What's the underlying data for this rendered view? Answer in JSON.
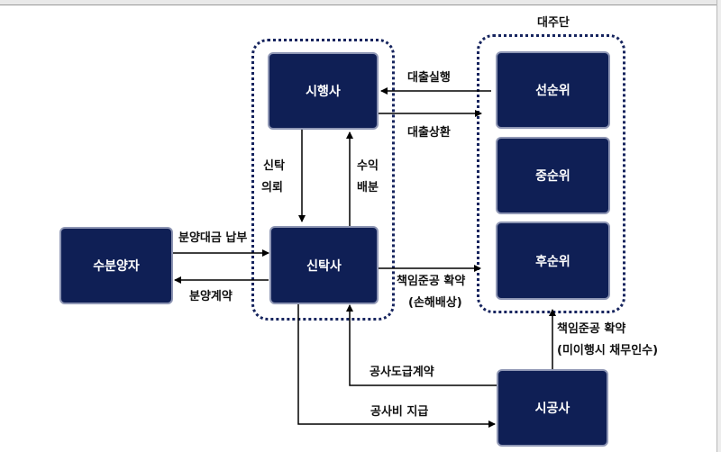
{
  "nodes": {
    "developer": "시행사",
    "trustee": "신탁사",
    "buyer": "수분양자",
    "contractor": "시공사",
    "senior": "선순위",
    "mezzanine": "중순위",
    "junior": "후순위"
  },
  "group_label": "대주단",
  "edges": {
    "loan_execution": "대출실행",
    "loan_repayment": "대출상환",
    "trust_request_1": "신탁",
    "trust_request_2": "의뢰",
    "profit_dist_1": "수익",
    "profit_dist_2": "배분",
    "sale_payment": "분양대금 납부",
    "sale_contract": "분양계약",
    "completion_guarantee_1": "책임준공 확약",
    "completion_guarantee_2": "(손해배상)",
    "contractor_guarantee_1": "책임준공 확약",
    "contractor_guarantee_2": "(미이행시 채무인수)",
    "construction_contract": "공사도급계약",
    "construction_payment": "공사비 지급"
  },
  "colors": {
    "box_fill": "#0f1f55",
    "box_border": "#8e96b4",
    "line": "#000000"
  }
}
